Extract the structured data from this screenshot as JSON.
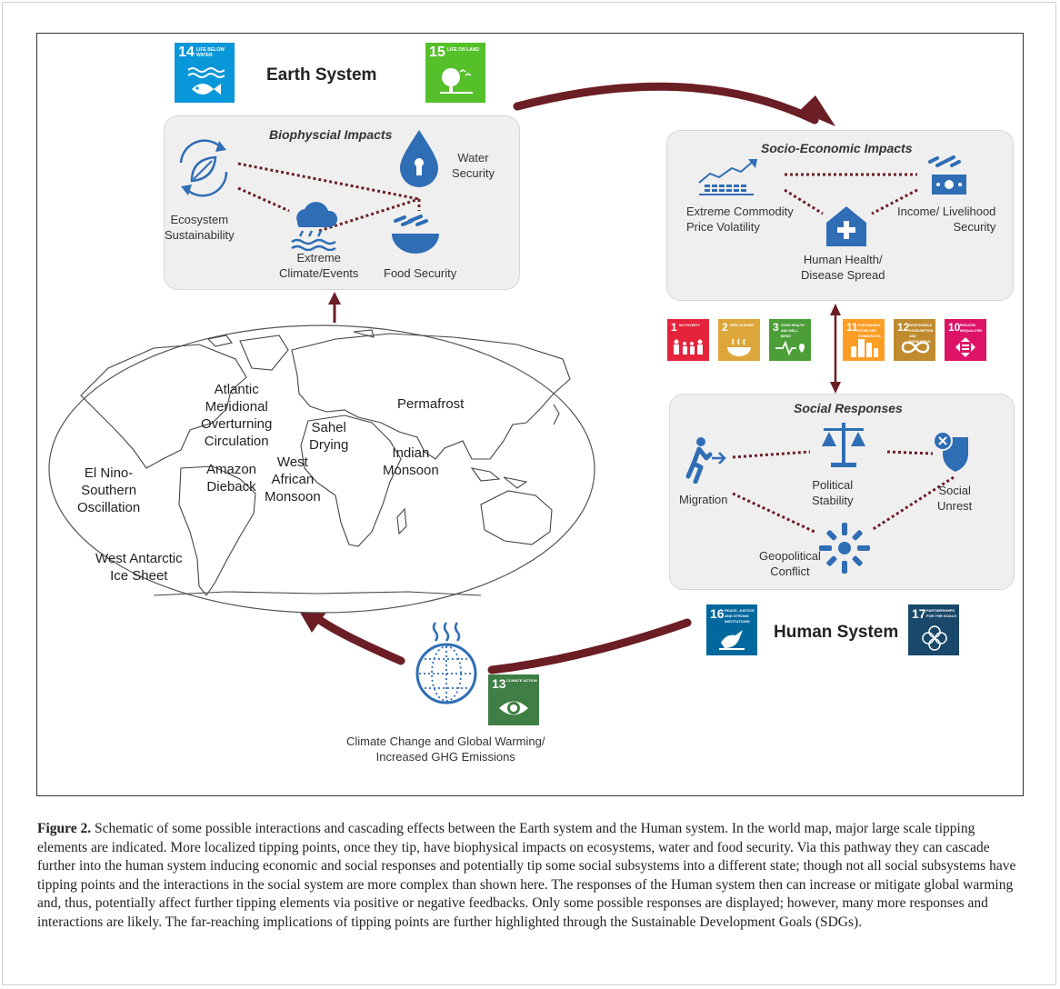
{
  "earth_system": {
    "title": "Earth System",
    "sdg14": {
      "num": "14",
      "cap": "LIFE BELOW WATER",
      "color": "#0A97D9"
    },
    "sdg15": {
      "num": "15",
      "cap": "LIFE ON LAND",
      "color": "#56C02B"
    }
  },
  "biophysical": {
    "title": "Biophyscial Impacts",
    "ecosystem": "Ecosystem\nSustainability",
    "water": "Water\nSecurity",
    "climate": "Extreme\nClimate/Events",
    "food": "Food Security"
  },
  "map": {
    "permafrost": "Permafrost",
    "amoc": "Atlantic\nMeridional\nOverturning\nCirculation",
    "sahel": "Sahel\nDrying",
    "enso": "El Nino-\nSouthern\nOscillation",
    "amazon": "Amazon\nDieback",
    "west_african": "West\nAfrican\nMonsoon",
    "indian": "Indian\nMonsoon",
    "antarctic": "West Antarctic\nIce Sheet"
  },
  "socio_economic": {
    "title": "Socio-Economic Impacts",
    "commodity": "Extreme Commodity\nPrice Volatility",
    "income": "Income/ Livelihood\nSecurity",
    "health": "Human Health/\nDisease Spread"
  },
  "sdg_row": [
    {
      "num": "1",
      "cap": "NO POVERTY",
      "color": "#E5243B"
    },
    {
      "num": "2",
      "cap": "ZERO HUNGER",
      "color": "#DDA63A"
    },
    {
      "num": "3",
      "cap": "GOOD HEALTH AND WELL-BEING",
      "color": "#4C9F38"
    },
    {
      "num": "11",
      "cap": "SUSTAINABLE CITIES AND COMMUNITIES",
      "color": "#FD9D24"
    },
    {
      "num": "12",
      "cap": "RESPONSIBLE CONSUMPTION AND PRODUCTION",
      "color": "#BF8B2E"
    },
    {
      "num": "10",
      "cap": "REDUCED INEQUALITIES",
      "color": "#DD1367"
    }
  ],
  "social": {
    "title": "Social Responses",
    "migration": "Migration",
    "political": "Political\nStability",
    "unrest": "Social\nUnrest",
    "conflict": "Geopolitical\nConflict"
  },
  "human_system": {
    "title": "Human System",
    "sdg16": {
      "num": "16",
      "cap": "PEACE, JUSTICE AND STRONG INSTITUTIONS",
      "color": "#00689D"
    },
    "sdg17": {
      "num": "17",
      "cap": "PARTNERSHIPS FOR THE GOALS",
      "color": "#19486A"
    }
  },
  "climate_change": {
    "label": "Climate Change and Global Warming/\nIncreased GHG Emissions",
    "sdg13": {
      "num": "13",
      "cap": "CLIMATE ACTION",
      "color": "#3F7E44"
    }
  },
  "colors": {
    "arrow": "#6B1E24",
    "icon": "#2F6DB5",
    "dots": "#6B1E24"
  },
  "caption": {
    "label": "Figure 2.",
    "text": " Schematic of some possible interactions and cascading effects between the Earth system and the Human system. In the world map, major large scale tipping elements are indicated. More localized tipping points, once they tip, have biophysical impacts on ecosystems, water and food security. Via this pathway they can cascade further into the human system inducing economic and social responses and potentially tip some social subsystems into a different state; though not all social subsystems have tipping points and the interactions in the social system are more complex than shown here. The responses of the Human system then can increase or mitigate global warming and, thus, potentially affect further tipping elements via positive or negative feedbacks. Only some possible responses are displayed; however, many more responses and interactions are likely. The far-reaching implications of tipping points are further highlighted through the Sustainable Development Goals (SDGs)."
  }
}
